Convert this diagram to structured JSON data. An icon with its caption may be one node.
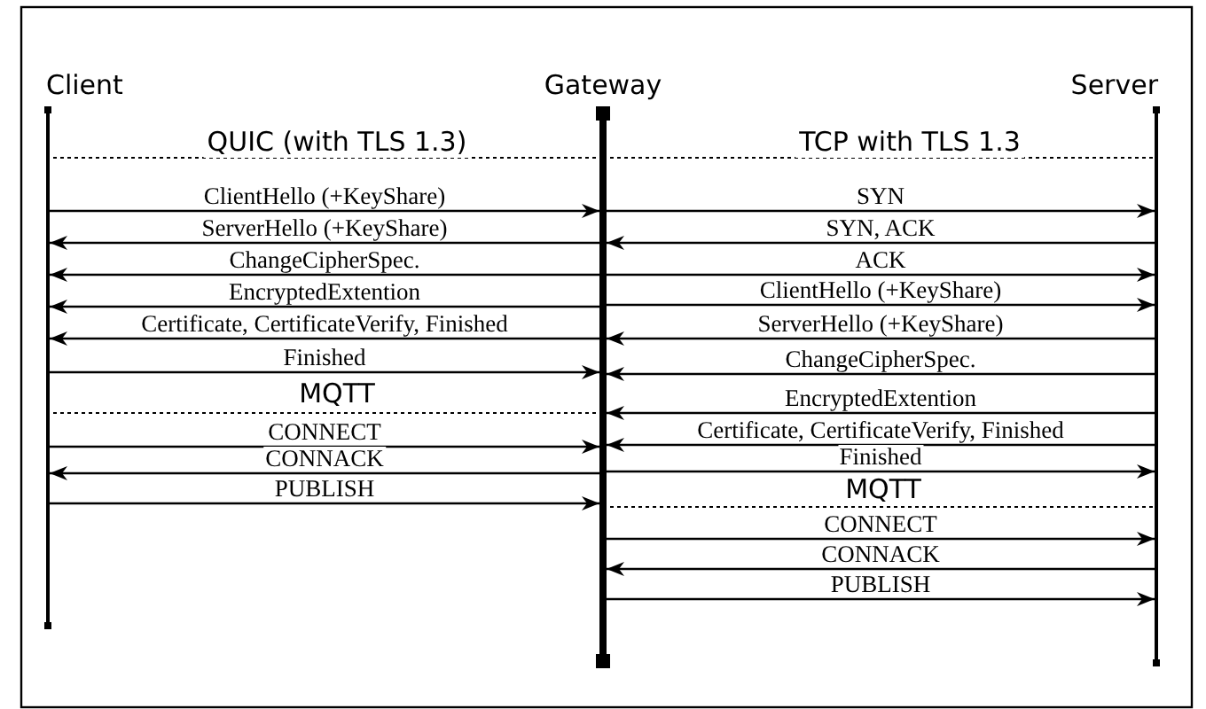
{
  "diagram": {
    "nodes": [
      {
        "text": [
          "Client"
        ]
      },
      {
        "text": [
          "Gateway"
        ]
      },
      {
        "text": [
          "Server"
        ]
      }
    ],
    "edges": [
      {
        "from": 0,
        "to": 1,
        "arrow": "to",
        "label": "ClientHello (+KeyShare)"
      },
      {
        "from": 1,
        "to": 0,
        "arrow": "to",
        "label": "ServerHello (+KeyShare)"
      },
      {
        "from": 1,
        "to": 0,
        "arrow": "to",
        "label": "ChangeCipherSpec."
      },
      {
        "from": 1,
        "to": 0,
        "arrow": "to",
        "label": "EncryptedExtention"
      },
      {
        "from": 1,
        "to": 0,
        "arrow": "to",
        "label": "Certificate, CertificateVerify, Finished"
      },
      {
        "from": 0,
        "to": 1,
        "arrow": "to",
        "label": "Finished"
      },
      {
        "from": 0,
        "to": 1,
        "arrow": "to",
        "label": "CONNECT"
      },
      {
        "from": 1,
        "to": 0,
        "arrow": "to",
        "label": "CONNACK"
      },
      {
        "from": 0,
        "to": 1,
        "arrow": "to",
        "label": "PUBLISH"
      },
      {
        "from": 1,
        "to": 2,
        "arrow": "to",
        "label": "SYN"
      },
      {
        "from": 2,
        "to": 1,
        "arrow": "to",
        "label": "SYN, ACK"
      },
      {
        "from": 1,
        "to": 2,
        "arrow": "to",
        "label": "ACK"
      },
      {
        "from": 1,
        "to": 2,
        "arrow": "to",
        "label": "ClientHello (+KeyShare)"
      },
      {
        "from": 2,
        "to": 1,
        "arrow": "to",
        "label": "ServerHello (+KeyShare)"
      },
      {
        "from": 2,
        "to": 1,
        "arrow": "to",
        "label": "ChangeCipherSpec."
      },
      {
        "from": 2,
        "to": 1,
        "arrow": "to",
        "label": "EncryptedExtention"
      },
      {
        "from": 2,
        "to": 1,
        "arrow": "to",
        "label": "Certificate, CertificateVerify, Finished"
      },
      {
        "from": 1,
        "to": 2,
        "arrow": "to",
        "label": "Finished"
      },
      {
        "from": 1,
        "to": 2,
        "arrow": "to",
        "label": "CONNECT"
      },
      {
        "from": 2,
        "to": 1,
        "arrow": "to",
        "label": "CONNACK"
      },
      {
        "from": 1,
        "to": 2,
        "arrow": "to",
        "label": "PUBLISH"
      }
    ],
    "labels": [
      "QUIC (with TLS 1.3)",
      "TCP with TLS 1.3",
      "MQTT",
      "MQTT"
    ]
  }
}
